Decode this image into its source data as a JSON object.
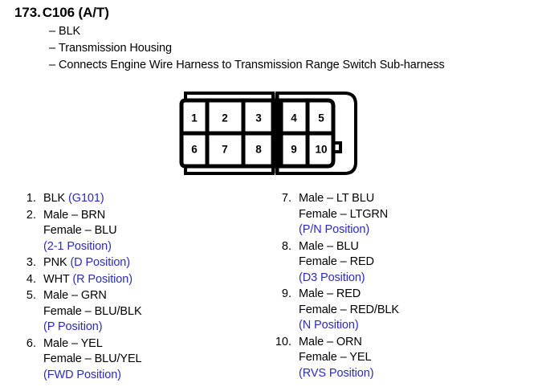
{
  "header": {
    "number": "173.",
    "name": "C106 (A/T)",
    "specs": [
      "BLK",
      "Transmission Housing",
      "Connects Engine Wire Harness to Transmission Range Switch Sub-harness"
    ]
  },
  "connector": {
    "pins_top": [
      "1",
      "2",
      "3",
      "4",
      "5"
    ],
    "pins_bottom": [
      "6",
      "7",
      "8",
      "9",
      "10"
    ]
  },
  "colors": {
    "position_text": "#2b2bbe",
    "outline": "#000000",
    "background": "#ffffff"
  },
  "pin_list": {
    "left": [
      {
        "index": "1.",
        "lines": [
          {
            "text": "BLK ",
            "position": "(G101)",
            "type": "inline"
          }
        ]
      },
      {
        "index": "2.",
        "lines": [
          {
            "text": "Male – BRN",
            "type": "plain"
          },
          {
            "text": "Female – BLU",
            "type": "plain"
          },
          {
            "text": "(2-1 Position)",
            "type": "position"
          }
        ]
      },
      {
        "index": "3.",
        "lines": [
          {
            "text": "PNK ",
            "position": "(D Position)",
            "type": "inline"
          }
        ]
      },
      {
        "index": "4.",
        "lines": [
          {
            "text": "WHT ",
            "position": "(R Position)",
            "type": "inline"
          }
        ]
      },
      {
        "index": "5.",
        "lines": [
          {
            "text": "Male – GRN",
            "type": "plain"
          },
          {
            "text": "Female – BLU/BLK",
            "type": "plain"
          },
          {
            "text": "(P Position)",
            "type": "position"
          }
        ]
      },
      {
        "index": "6.",
        "lines": [
          {
            "text": "Male – YEL",
            "type": "plain"
          },
          {
            "text": "Female – BLU/YEL",
            "type": "plain"
          },
          {
            "text": "(FWD Position)",
            "type": "position"
          }
        ]
      }
    ],
    "right": [
      {
        "index": "7.",
        "lines": [
          {
            "text": "Male – LT BLU",
            "type": "plain"
          },
          {
            "text": "Female – LTGRN",
            "type": "plain"
          },
          {
            "text": "(P/N Position)",
            "type": "position"
          }
        ]
      },
      {
        "index": "8.",
        "lines": [
          {
            "text": "Male – BLU",
            "type": "plain"
          },
          {
            "text": "Female – RED",
            "type": "plain"
          },
          {
            "text": "(D3 Position)",
            "type": "position"
          }
        ]
      },
      {
        "index": "9.",
        "lines": [
          {
            "text": "Male – RED",
            "type": "plain"
          },
          {
            "text": "Female – RED/BLK",
            "type": "plain"
          },
          {
            "text": "(N Position)",
            "type": "position"
          }
        ]
      },
      {
        "index": "10.",
        "lines": [
          {
            "text": "Male – ORN",
            "type": "plain"
          },
          {
            "text": "Female – YEL",
            "type": "plain"
          },
          {
            "text": "(RVS Position)",
            "type": "position"
          }
        ]
      }
    ]
  }
}
